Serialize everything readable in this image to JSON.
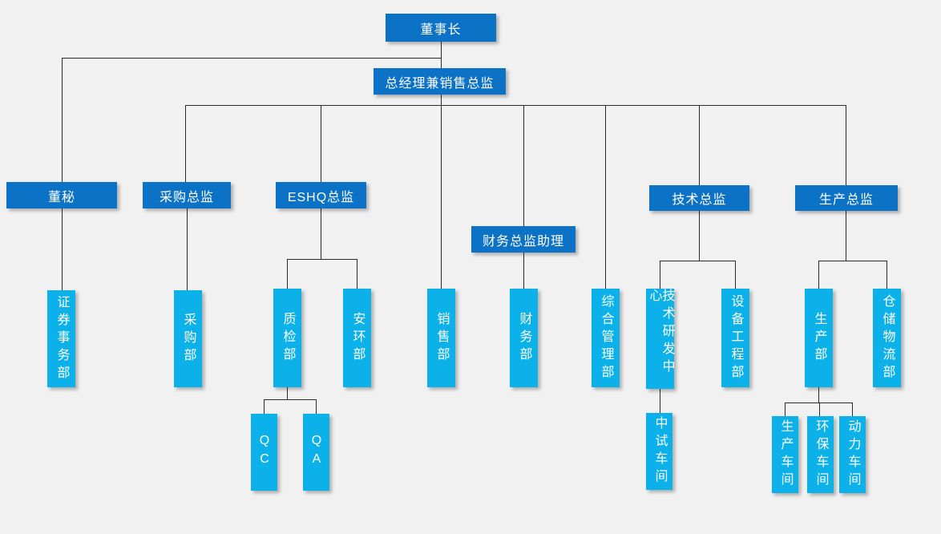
{
  "chart_title": "",
  "colors": {
    "executive_box": "#0c72c5",
    "department_box": "#0bb1e8",
    "connector": "#2a2a2a",
    "background": "#f1f1f2",
    "text": "#ffffff"
  },
  "nodes": [
    {
      "id": "chairman",
      "label": "董事长",
      "parent": null
    },
    {
      "id": "general-manager-sales-director",
      "label": "总经理兼销售总监",
      "parent": "chairman"
    },
    {
      "id": "board-secretary",
      "label": "董秘",
      "parent": "chairman"
    },
    {
      "id": "purchasing-director",
      "label": "采购总监",
      "parent": "general-manager-sales-director"
    },
    {
      "id": "eshq-director",
      "label": "ESHQ总监",
      "parent": "general-manager-sales-director"
    },
    {
      "id": "finance-director-assistant",
      "label": "财务总监助理",
      "parent": "general-manager-sales-director"
    },
    {
      "id": "tech-director",
      "label": "技术总监",
      "parent": "general-manager-sales-director"
    },
    {
      "id": "production-director",
      "label": "生产总监",
      "parent": "general-manager-sales-director"
    },
    {
      "id": "securities-affairs-dept",
      "label": "证券事务部",
      "parent": "board-secretary"
    },
    {
      "id": "purchasing-dept",
      "label": "采购部",
      "parent": "purchasing-director"
    },
    {
      "id": "quality-inspection-dept",
      "label": "质检部",
      "parent": "eshq-director"
    },
    {
      "id": "safety-environment-dept",
      "label": "安环部",
      "parent": "eshq-director"
    },
    {
      "id": "sales-dept",
      "label": "销售部",
      "parent": "general-manager-sales-director"
    },
    {
      "id": "finance-dept",
      "label": "财务部",
      "parent": "finance-director-assistant"
    },
    {
      "id": "general-management-dept",
      "label": "综合管理部",
      "parent": "general-manager-sales-director"
    },
    {
      "id": "tech-rd-center",
      "label": "技术研发中心",
      "parent": "tech-director"
    },
    {
      "id": "equipment-engineering-dept",
      "label": "设备工程部",
      "parent": "tech-director"
    },
    {
      "id": "production-dept",
      "label": "生产部",
      "parent": "production-director"
    },
    {
      "id": "warehouse-logistics-dept",
      "label": "仓储物流部",
      "parent": "production-director"
    },
    {
      "id": "qc",
      "label": "QC",
      "parent": "quality-inspection-dept"
    },
    {
      "id": "qa",
      "label": "QA",
      "parent": "quality-inspection-dept"
    },
    {
      "id": "pilot-workshop",
      "label": "中试车间",
      "parent": "tech-rd-center"
    },
    {
      "id": "production-workshop",
      "label": "生产车间",
      "parent": "production-dept"
    },
    {
      "id": "environmental-workshop",
      "label": "环保车间",
      "parent": "production-dept"
    },
    {
      "id": "power-workshop",
      "label": "动力车间",
      "parent": "production-dept"
    }
  ]
}
